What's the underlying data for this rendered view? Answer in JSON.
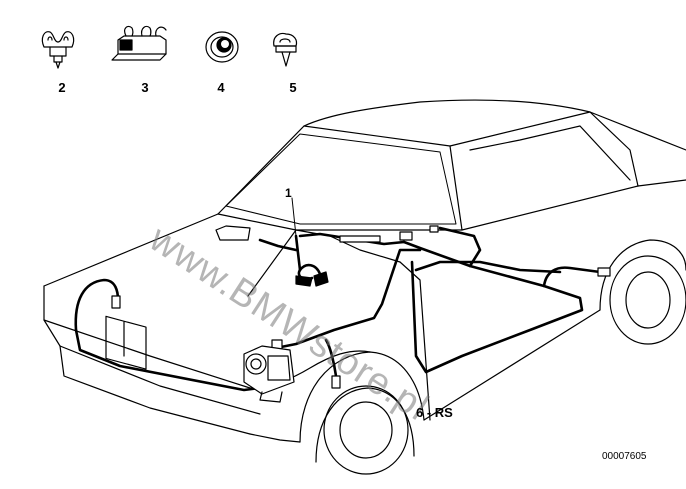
{
  "callouts": {
    "c1": "1",
    "c2": "2",
    "c3": "3",
    "c4": "4",
    "c5": "5"
  },
  "variant_label": "6 - RS",
  "reference_code": "00007605",
  "watermark": "www.BMWstore.pl"
}
